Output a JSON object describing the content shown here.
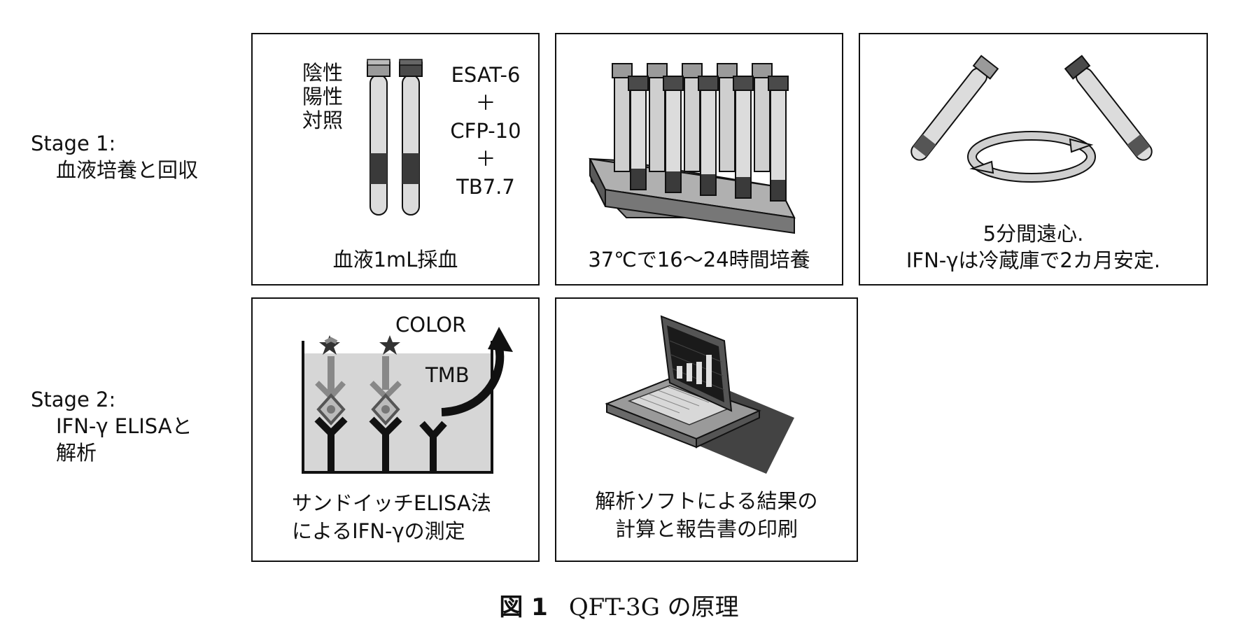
{
  "stage1": {
    "label": "Stage 1:",
    "sub": "血液培養と回収"
  },
  "stage2": {
    "label": "Stage 2:",
    "sub_line1": "IFN-γ ELISAと",
    "sub_line2": "解析"
  },
  "panel1": {
    "left_labels": [
      "陰性",
      "陽性",
      "対照"
    ],
    "right_labels": [
      "ESAT-6",
      "＋",
      "CFP-10",
      "＋",
      "TB7.7"
    ],
    "caption": "血液1mL採血"
  },
  "panel2": {
    "caption": "37℃で16〜24時間培養"
  },
  "panel3": {
    "caption_line1": "5分間遠心.",
    "caption_line2": "IFN-γは冷蔵庫で2カ月安定."
  },
  "panel4": {
    "color_label": "COLOR",
    "tmb_label": "TMB",
    "caption_line1": "サンドイッチELISA法",
    "caption_line2": "によるIFN-γの測定"
  },
  "panel5": {
    "caption_line1": "解析ソフトによる結果の",
    "caption_line2": "計算と報告書の印刷"
  },
  "figure_caption": {
    "number": "図 1",
    "title": "QFT-3G の原理"
  },
  "colors": {
    "tube_fill": "#dcdcdc",
    "blood": "#3a3a3a",
    "cap_light": "#9a9a9a",
    "cap_dark": "#4a4a4a",
    "stroke": "#111111"
  }
}
